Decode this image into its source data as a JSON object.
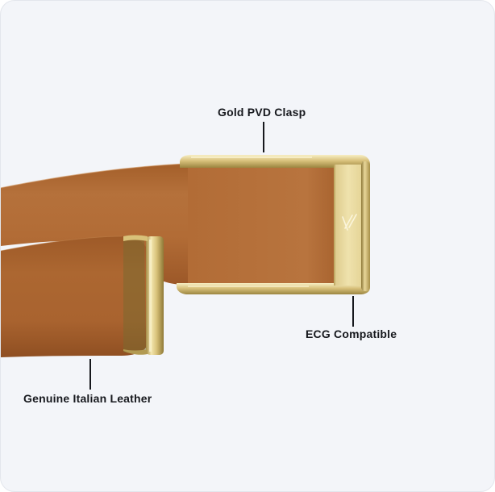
{
  "callouts": {
    "clasp": "Gold PVD Clasp",
    "sensor": "ECG Compatible",
    "leather": "Genuine Italian Leather"
  },
  "colors": {
    "background": "#f3f5f9",
    "leather": "#b06a32",
    "leather_dark": "#8d4f22",
    "gold": "#e2cc8a",
    "text": "#16181d"
  },
  "icons": {
    "clasp_logo": "withings-w-logo-icon"
  }
}
